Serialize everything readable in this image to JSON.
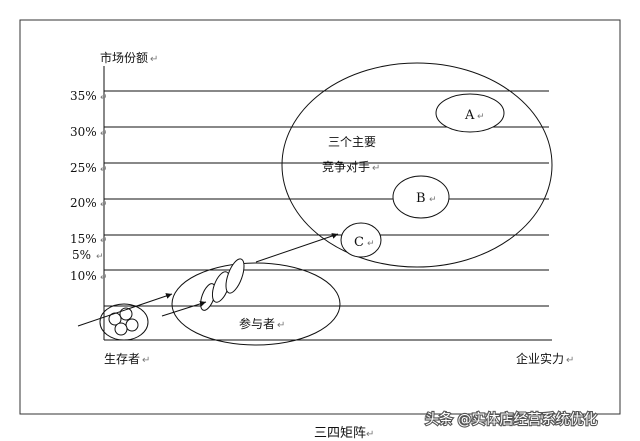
{
  "diagram": {
    "y_axis_label": "市场份额",
    "x_axis_label": "企业实力",
    "origin_label": "生存者",
    "y_ticks": [
      "35%",
      "30%",
      "25%",
      "20%",
      "15%",
      "5%",
      "10%"
    ],
    "group_label_line1": "三个主要",
    "group_label_line2": "竞争对手",
    "competitor_a": "A",
    "competitor_b": "B",
    "competitor_c": "C",
    "participants_label": "参与者",
    "caption": "三四矩阵",
    "paragraph_mark": "↵"
  },
  "watermark": "头条 @实体店经营系统优化"
}
